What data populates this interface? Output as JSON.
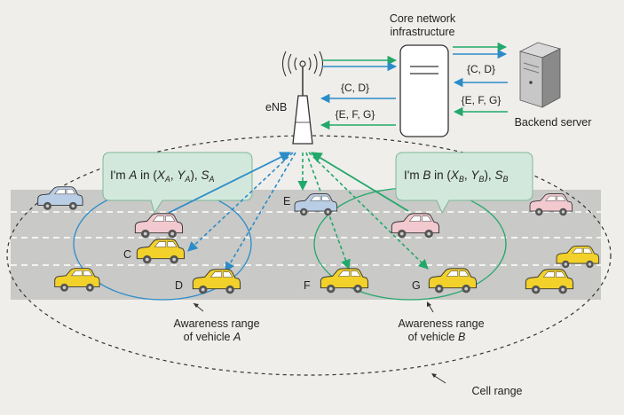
{
  "labels": {
    "core_network_line1": "Core network",
    "core_network_line2": "infrastructure",
    "enb": "eNB",
    "backend_server": "Backend server",
    "msg_cd_upper": "{C, D}",
    "msg_efg_upper": "{E, F, G}",
    "msg_cd_left": "{C, D}",
    "msg_efg_left": "{E, F, G}",
    "awareness_a_line1": "Awareness range",
    "awareness_a_line2": "of vehicle",
    "awareness_a_vehicle": "A",
    "awareness_b_line1": "Awareness range",
    "awareness_b_line2": "of vehicle",
    "awareness_b_vehicle": "B",
    "cell_range": "Cell range"
  },
  "bubbles": {
    "a": {
      "prefix": "I'm ",
      "vehicle": "A",
      "mid": " in (",
      "x": "X",
      "x_sub": "A",
      "sep": ", ",
      "y": "Y",
      "y_sub": "A",
      "close": "), ",
      "s": "S",
      "s_sub": "A"
    },
    "b": {
      "prefix": "I'm ",
      "vehicle": "B",
      "mid": " in (",
      "x": "X",
      "x_sub": "B",
      "sep": ", ",
      "y": "Y",
      "y_sub": "B",
      "close": "), ",
      "s": "S",
      "s_sub": "B"
    }
  },
  "vehicle_labels": {
    "c": "C",
    "d": "D",
    "e": "E",
    "f": "F",
    "g": "G"
  },
  "colors": {
    "background": "#efeeeb",
    "road": "#c9c9c7",
    "blue": "#2b8cc8",
    "green": "#22a86a",
    "car_yellow": "#f2d12a",
    "car_pink": "#f1c9cf",
    "car_blue": "#b9cde4",
    "bubble_fill": "#d3e8dc"
  },
  "icons": {
    "enb": "antenna-tower-icon",
    "server": "server-tower-icon",
    "core": "server-rack-icon",
    "car": "car-icon"
  }
}
